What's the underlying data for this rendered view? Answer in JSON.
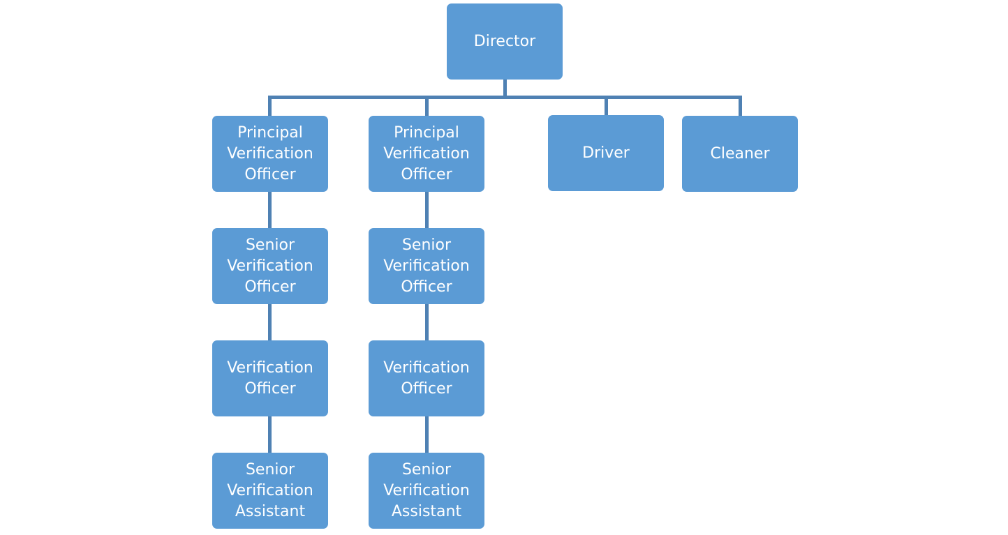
{
  "org_chart": {
    "root": {
      "label": "Director",
      "children": [
        {
          "label": "Principal\nVerification\nOfficer",
          "children": [
            {
              "label": "Senior\nVerification\nOfficer"
            },
            {
              "label": "Verification\nOfficer"
            },
            {
              "label": "Senior\nVerification\nAssistant"
            }
          ]
        },
        {
          "label": "Principal\nVerification\nOfficer",
          "children": [
            {
              "label": "Senior\nVerification\nOfficer"
            },
            {
              "label": "Verification\nOfficer"
            },
            {
              "label": "Senior\nVerification\nAssistant"
            }
          ]
        },
        {
          "label": "Driver",
          "children": []
        },
        {
          "label": "Cleaner",
          "children": []
        }
      ]
    },
    "colors": {
      "node_fill": "#5b9bd5",
      "node_text": "#ffffff",
      "connector": "#4f81b3"
    }
  }
}
